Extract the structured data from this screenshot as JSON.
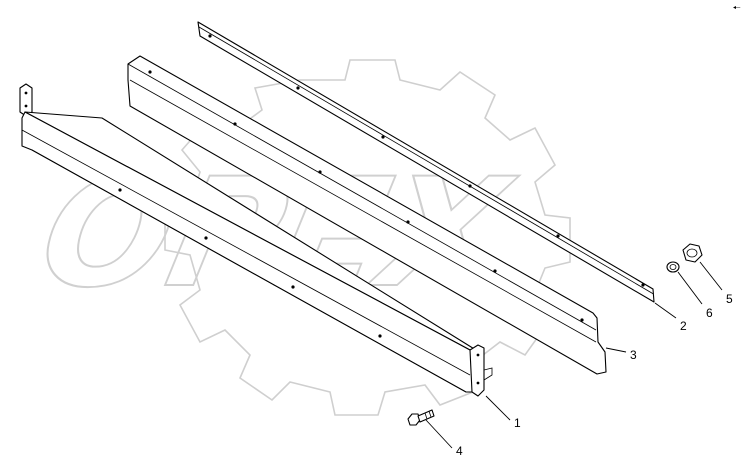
{
  "watermark": {
    "text": "OPEX"
  },
  "corner_mark": "◂─",
  "callouts": {
    "c1": "1",
    "c2": "2",
    "c3": "3",
    "c4": "4",
    "c5": "5",
    "c6": "6"
  }
}
